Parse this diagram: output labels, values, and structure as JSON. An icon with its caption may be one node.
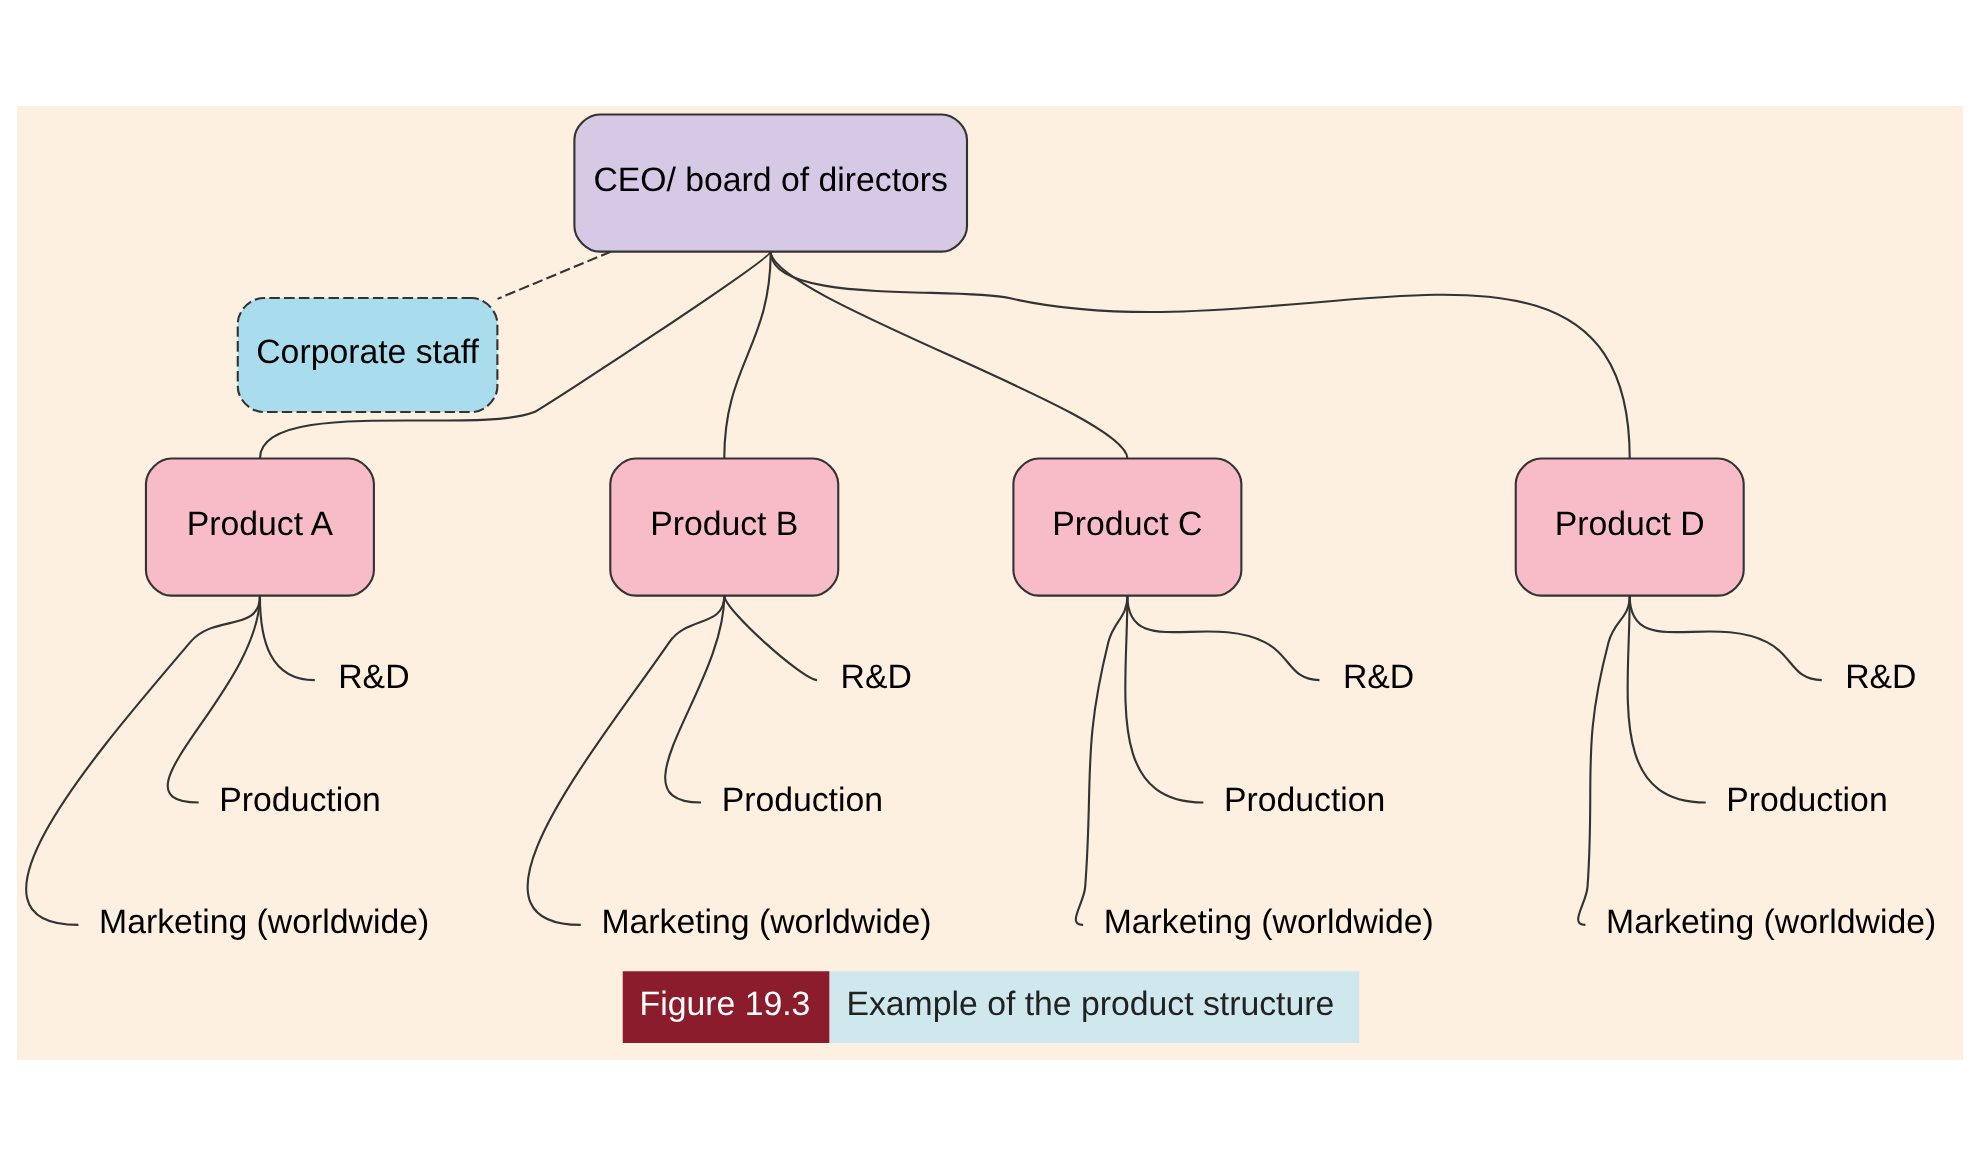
{
  "diagram": {
    "caption": "Example of the product structure",
    "nodes": [
      {
        "text": [
          "CEO/ board of directors"
        ]
      },
      {
        "text": [
          "Corporate staff"
        ]
      },
      {
        "text": [
          "Product A"
        ]
      },
      {
        "text": [
          "Product B"
        ]
      },
      {
        "text": [
          "Product C"
        ]
      },
      {
        "text": [
          "Product D"
        ]
      },
      {
        "text": [
          "R&D"
        ]
      },
      {
        "text": [
          "Production"
        ]
      },
      {
        "text": [
          "Marketing (worldwide)"
        ]
      },
      {
        "text": [
          "R&D"
        ]
      },
      {
        "text": [
          "Production"
        ]
      },
      {
        "text": [
          "Marketing (worldwide)"
        ]
      },
      {
        "text": [
          "R&D"
        ]
      },
      {
        "text": [
          "Production"
        ]
      },
      {
        "text": [
          "Marketing (worldwide)"
        ]
      },
      {
        "text": [
          "R&D"
        ]
      },
      {
        "text": [
          "Production"
        ]
      },
      {
        "text": [
          "Marketing (worldwide)"
        ]
      }
    ],
    "edges": [
      {
        "from": 0,
        "to": 1,
        "arrow": "none",
        "style": "dashed"
      },
      {
        "from": 0,
        "to": 2,
        "arrow": "none"
      },
      {
        "from": 0,
        "to": 3,
        "arrow": "none"
      },
      {
        "from": 0,
        "to": 4,
        "arrow": "none"
      },
      {
        "from": 0,
        "to": 5,
        "arrow": "none"
      },
      {
        "from": 2,
        "to": 6,
        "arrow": "none"
      },
      {
        "from": 2,
        "to": 7,
        "arrow": "none"
      },
      {
        "from": 2,
        "to": 8,
        "arrow": "none"
      },
      {
        "from": 3,
        "to": 9,
        "arrow": "none"
      },
      {
        "from": 3,
        "to": 10,
        "arrow": "none"
      },
      {
        "from": 3,
        "to": 11,
        "arrow": "none"
      },
      {
        "from": 4,
        "to": 12,
        "arrow": "none"
      },
      {
        "from": 4,
        "to": 13,
        "arrow": "none"
      },
      {
        "from": 4,
        "to": 14,
        "arrow": "none"
      },
      {
        "from": 5,
        "to": 15,
        "arrow": "none"
      },
      {
        "from": 5,
        "to": 16,
        "arrow": "none"
      },
      {
        "from": 5,
        "to": 17,
        "arrow": "none"
      }
    ],
    "labels": [
      "Figure 19.3"
    ]
  }
}
